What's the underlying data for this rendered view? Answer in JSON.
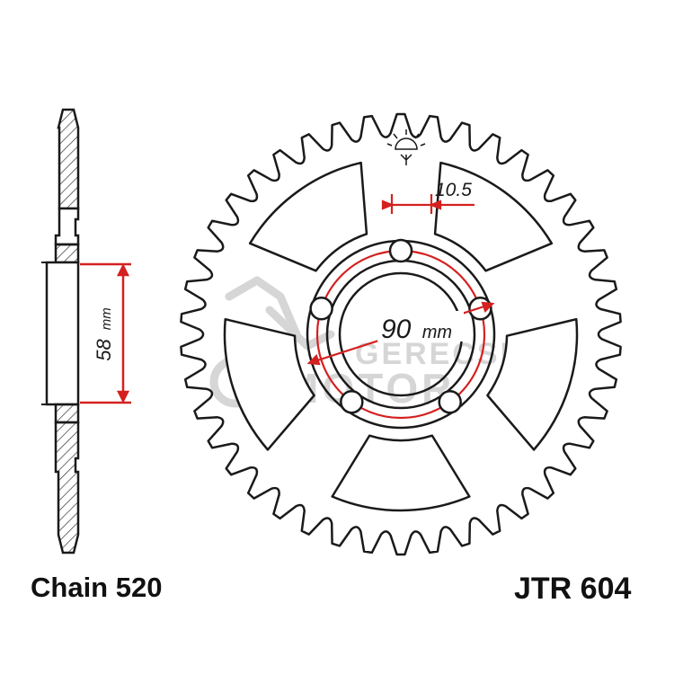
{
  "dimensions": {
    "tooth_spacing": "10.5",
    "bolt_circle_value": "90",
    "bolt_circle_unit": "mm",
    "center_bore_value": "58",
    "center_bore_unit": "mm"
  },
  "labels": {
    "chain": "Chain 520",
    "part_number": "JTR 604"
  },
  "watermark": {
    "line1": "GERECSE",
    "line2": "MOTOR"
  },
  "sprocket": {
    "teeth": 42,
    "bolt_holes": 5,
    "lightening_holes": 5
  },
  "colors": {
    "line": "#1a1a1a",
    "dimension": "#d42020",
    "hatch": "#333333",
    "watermark": "#cfcfcf"
  }
}
